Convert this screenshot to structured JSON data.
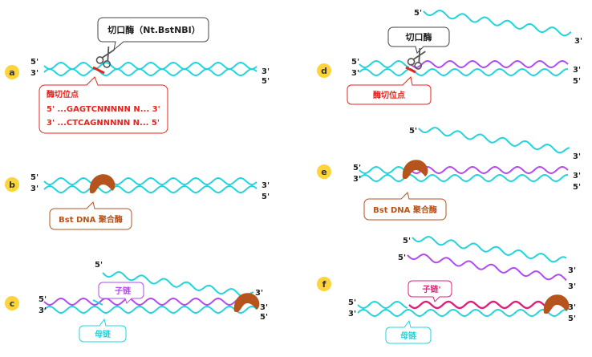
{
  "panels": {
    "a": {
      "step": "a",
      "enzyme_label": "切口酶（Nt.BstNBI）",
      "site_title": "酶切位点",
      "seq_top": "5' ...GAGTCNNNNN N... 3'",
      "seq_bottom": "3' ...CTCAGNNNNN N... 5'",
      "top_left": "5'",
      "bottom_left": "3'",
      "top_right": "3'",
      "bottom_right": "5'"
    },
    "b": {
      "step": "b",
      "poly_label": "Bst DNA 聚合酶",
      "top_left": "5'",
      "bottom_left": "3'",
      "top_right": "3'",
      "bottom_right": "5'"
    },
    "c": {
      "step": "c",
      "daughter_label": "子链",
      "parent_label": "母链",
      "released_5": "5'",
      "released_3": "3'",
      "top_left": "5'",
      "bottom_left": "3'",
      "top_right": "3'",
      "bottom_right": "5'"
    },
    "d": {
      "step": "d",
      "enzyme_label": "切口酶",
      "site_title": "酶切位点",
      "released_5": "5'",
      "released_3": "3'",
      "top_left": "5'",
      "bottom_left": "3'",
      "top_right": "3'",
      "bottom_right": "5'"
    },
    "e": {
      "step": "e",
      "poly_label": "Bst DNA 聚合酶",
      "released_5": "5'",
      "released_3": "3'",
      "top_left": "5'",
      "bottom_left": "3'",
      "top_right": "3'",
      "bottom_right": "5'"
    },
    "f": {
      "step": "f",
      "daughter_label": "子链'",
      "parent_label": "母链",
      "released1_5": "5'",
      "released1_3": "3'",
      "released2_5": "5'",
      "released2_3": "3'",
      "top_left": "5'",
      "bottom_left": "3'",
      "top_right": "3'",
      "bottom_right": "5'"
    }
  },
  "colors": {
    "cyan": "#22d4dc",
    "purple": "#b14bf0",
    "magenta": "#e0207a",
    "red": "#e8231d",
    "orange": "#b5541c",
    "step_circle": "#ffd43a"
  },
  "icons": [
    "scissors-icon",
    "polymerase-icon"
  ]
}
